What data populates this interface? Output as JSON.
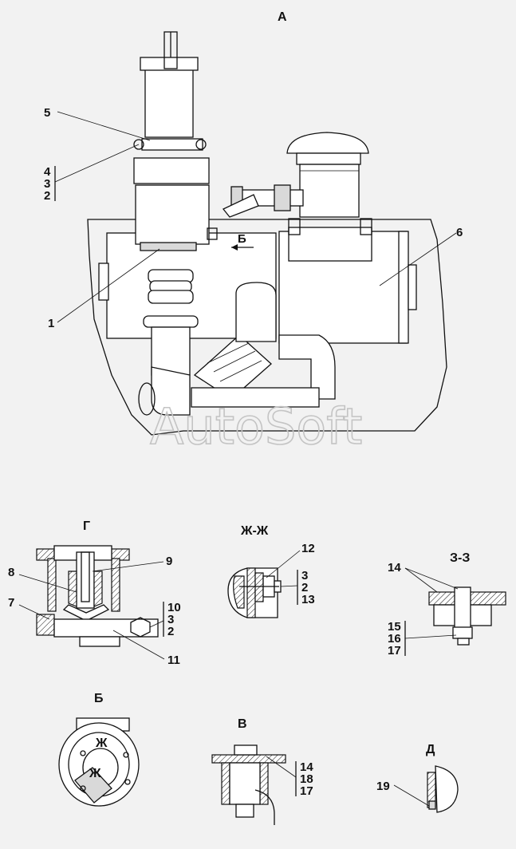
{
  "views": {
    "main": "А",
    "g": "Г",
    "zh": "Ж-Ж",
    "z": "З-З",
    "b": "Б",
    "v": "В",
    "d": "Д",
    "arrow_b": "Б",
    "zh_mark": "Ж"
  },
  "labels": {
    "n1": "1",
    "n2": "2",
    "n3": "3",
    "n4": "4",
    "n5": "5",
    "n6": "6",
    "n7": "7",
    "n8": "8",
    "n9": "9",
    "n10": "10",
    "n11": "11",
    "n12": "12",
    "n13": "13",
    "n14": "14",
    "n15": "15",
    "n16": "16",
    "n17": "17",
    "n18": "18",
    "n19": "19"
  },
  "watermark": "AutoSoft"
}
